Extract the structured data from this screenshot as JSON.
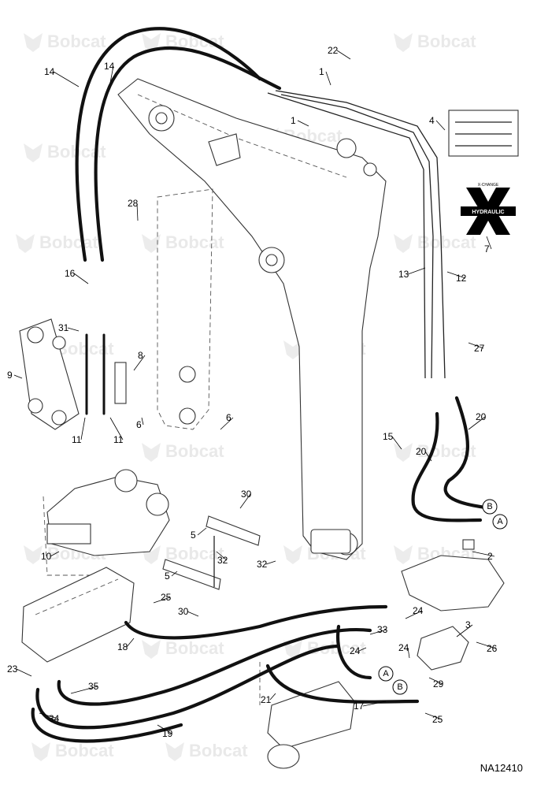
{
  "watermark": {
    "brand": "Bobcat"
  },
  "drawing_id": "NA12410",
  "callouts": [
    "1",
    "1",
    "2",
    "3",
    "4",
    "5",
    "5",
    "6",
    "6",
    "7",
    "8",
    "9",
    "10",
    "11",
    "11",
    "12",
    "13",
    "14",
    "14",
    "15",
    "16",
    "17",
    "18",
    "19",
    "20",
    "20",
    "21",
    "22",
    "23",
    "24",
    "24",
    "24",
    "25",
    "25",
    "26",
    "27",
    "28",
    "29",
    "30",
    "30",
    "31",
    "32",
    "32",
    "33",
    "34",
    "35"
  ],
  "ports": [
    "A",
    "B",
    "A",
    "B"
  ],
  "decal": {
    "top": "X-CHANGE",
    "bar": "HYDRAULIC",
    "mark": "X"
  }
}
